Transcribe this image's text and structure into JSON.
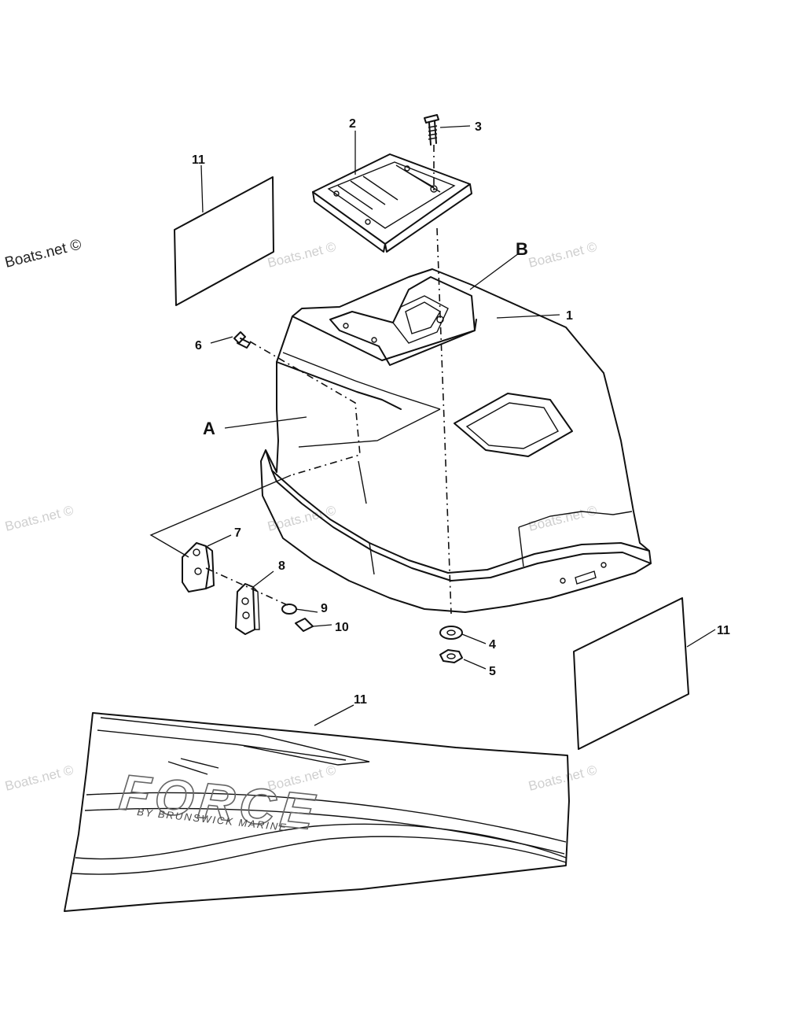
{
  "watermark": {
    "primary": "Boats.net ©",
    "repeat": "Boats.net ©"
  },
  "labels": {
    "l1": "1",
    "l2": "2",
    "l3": "3",
    "l4": "4",
    "l5": "5",
    "l6": "6",
    "l7": "7",
    "l8": "8",
    "l9": "9",
    "l10": "10",
    "l11a": "11",
    "l11b": "11",
    "l11c": "11",
    "A": "A",
    "B": "B"
  },
  "decal": {
    "logo": "FORCE",
    "subtitle": "BY BRUNSWICK MARINE"
  }
}
